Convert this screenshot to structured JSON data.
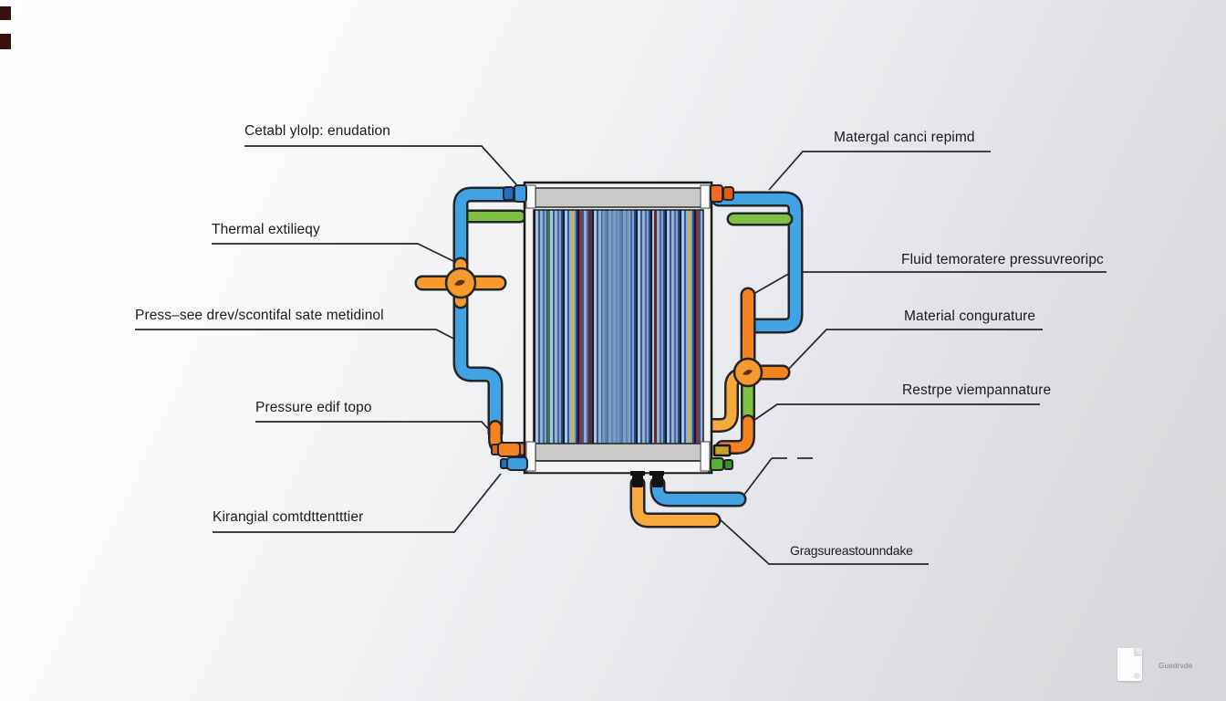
{
  "diagram_title": "plate heat exchanger callout diagram",
  "labels": [
    {
      "id": "top-left",
      "text": "Cetabl ylolp: enudation"
    },
    {
      "id": "left-1",
      "text": "Thermal extilieqy"
    },
    {
      "id": "left-2",
      "text": "Press–see drev/scontifal sate metidinol"
    },
    {
      "id": "left-3",
      "text": "Pressure edif topo"
    },
    {
      "id": "left-4",
      "text": "Kirangial comtdttentttier"
    },
    {
      "id": "top-right",
      "text": "Matergal canci repimd"
    },
    {
      "id": "right-1",
      "text": "Fluid temoratere pressuvreoripc"
    },
    {
      "id": "right-2",
      "text": "Material congurature"
    },
    {
      "id": "right-3",
      "text": "Restrpe viempannature"
    },
    {
      "id": "bottom-right",
      "text": "Gragsureastounndake"
    }
  ],
  "watermark": {
    "text": "Guedrvde"
  },
  "palette": {
    "pipe_blue": "#41a3e4",
    "pipe_orange": "#f58220",
    "pipe_yellow": "#f7a93c",
    "pipe_green": "#7dc242",
    "valve_orange": "#f79a2e",
    "fitting_blue_dark": "#1f6fc2",
    "fitting_orange_dark": "#e8590c",
    "fitting_green": "#53b233",
    "fitting_gold": "#c9a227",
    "header_gray": "#c9c9c9",
    "outline": "#22252a",
    "label_color": "#1b1b1f",
    "background_start": "#ffffff",
    "background_end": "#d5d7da"
  }
}
